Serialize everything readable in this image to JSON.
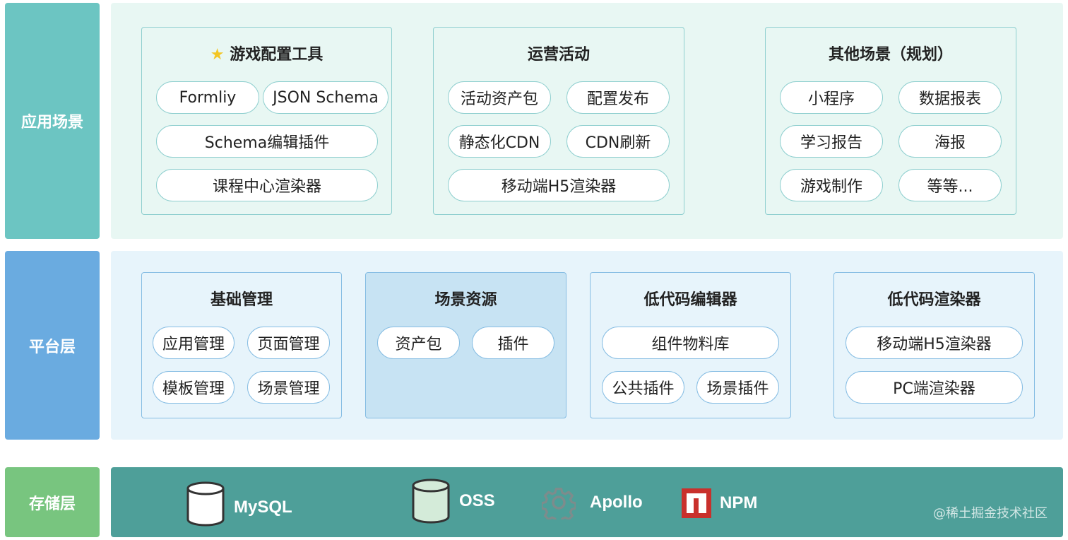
{
  "colors": {
    "app_label": "#6cc5c2",
    "app_band": "#e8f7f3",
    "app_border": "#8fcfcf",
    "platform_label": "#6aabe0",
    "platform_band": "#e7f4fb",
    "platform_border": "#86bde3",
    "platform_highlight": "#c7e3f3",
    "storage_label": "#78c57f",
    "storage_band": "#4e9f99",
    "oss_fill": "#d4ebd9",
    "npm_red": "#c9302c",
    "gear_gray": "#7d8c8c"
  },
  "layers": {
    "application": {
      "label": "应用场景",
      "groups": [
        {
          "title": "游戏配置工具",
          "title_icon": "star-icon",
          "items": [
            "Formliy",
            "JSON Schema",
            "Schema编辑插件",
            "课程中心渲染器"
          ]
        },
        {
          "title": "运营活动",
          "items": [
            "活动资产包",
            "配置发布",
            "静态化CDN",
            "CDN刷新",
            "移动端H5渲染器"
          ]
        },
        {
          "title": "其他场景（规划）",
          "items": [
            "小程序",
            "数据报表",
            "学习报告",
            "海报",
            "游戏制作",
            "等等..."
          ]
        }
      ]
    },
    "platform": {
      "label": "平台层",
      "groups": [
        {
          "title": "基础管理",
          "items": [
            "应用管理",
            "页面管理",
            "模板管理",
            "场景管理"
          ]
        },
        {
          "title": "场景资源",
          "items": [
            "资产包",
            "插件"
          ]
        },
        {
          "title": "低代码编辑器",
          "items": [
            "组件物料库",
            "公共插件",
            "场景插件"
          ]
        },
        {
          "title": "低代码渲染器",
          "items": [
            "移动端H5渲染器",
            "PC端渲染器"
          ]
        }
      ]
    },
    "storage": {
      "label": "存储层",
      "items": [
        {
          "name": "MySQL",
          "icon": "database-icon"
        },
        {
          "name": "OSS",
          "icon": "database-icon"
        },
        {
          "name": "Apollo",
          "icon": "gear-icon"
        },
        {
          "name": "NPM",
          "icon": "npm-icon"
        }
      ]
    }
  },
  "watermark": "@稀土掘金技术社区"
}
